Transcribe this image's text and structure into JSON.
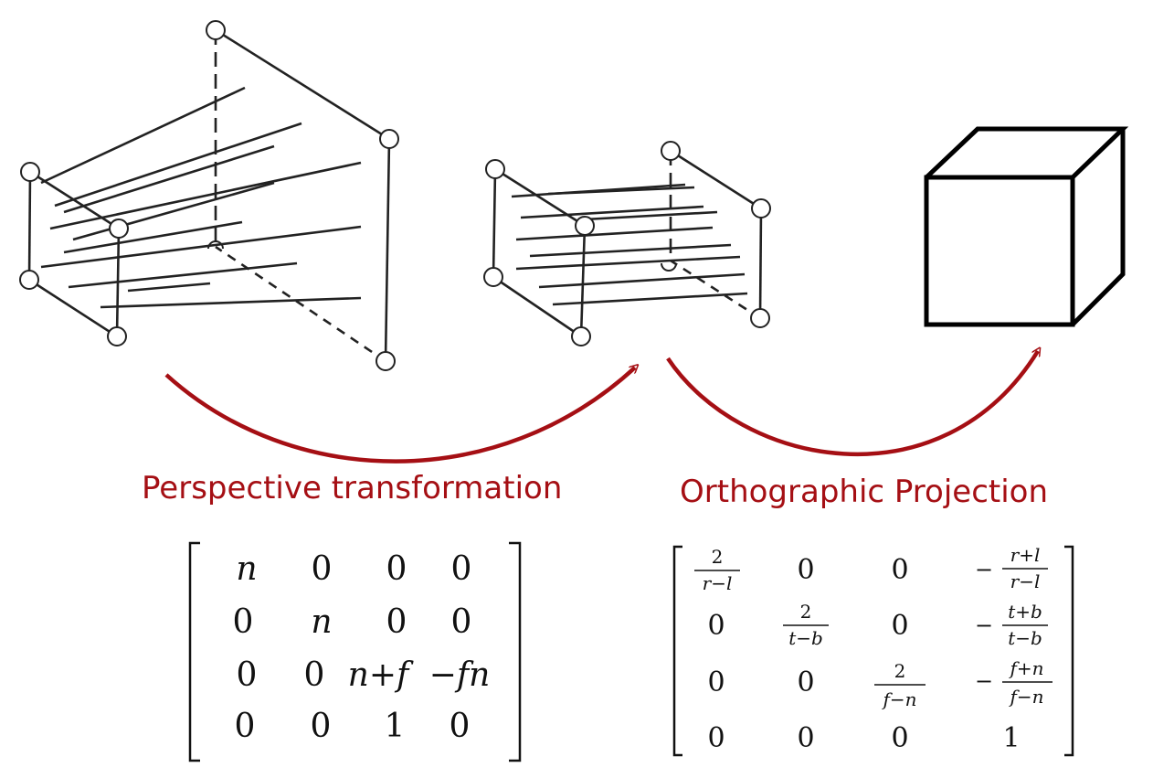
{
  "labels": {
    "left": "Perspective transformation",
    "right": "Orthographic Projection"
  },
  "colors": {
    "arrow": "#a50f14",
    "label": "#a50f14",
    "ink": "#111111"
  },
  "perspective_matrix": {
    "rows": [
      [
        "n",
        "0",
        "0",
        "0"
      ],
      [
        "0",
        "n",
        "0",
        "0"
      ],
      [
        "0",
        "0",
        "n+f",
        "−fn"
      ],
      [
        "0",
        "0",
        "1",
        "0"
      ]
    ]
  },
  "ortho_matrix": {
    "r0": {
      "c0_num": "2",
      "c0_den": "r−l",
      "c1": "0",
      "c2": "0",
      "c3_sign": "−",
      "c3_num": "r+l",
      "c3_den": "r−l"
    },
    "r1": {
      "c0": "0",
      "c1_num": "2",
      "c1_den": "t−b",
      "c2": "0",
      "c3_sign": "−",
      "c3_num": "t+b",
      "c3_den": "t−b"
    },
    "r2": {
      "c0": "0",
      "c1": "0",
      "c2_num": "2",
      "c2_den": "f−n",
      "c3_sign": "−",
      "c3_num": "f+n",
      "c3_den": "f−n"
    },
    "r3": {
      "c0": "0",
      "c1": "0",
      "c2": "0",
      "c3": "1"
    }
  }
}
